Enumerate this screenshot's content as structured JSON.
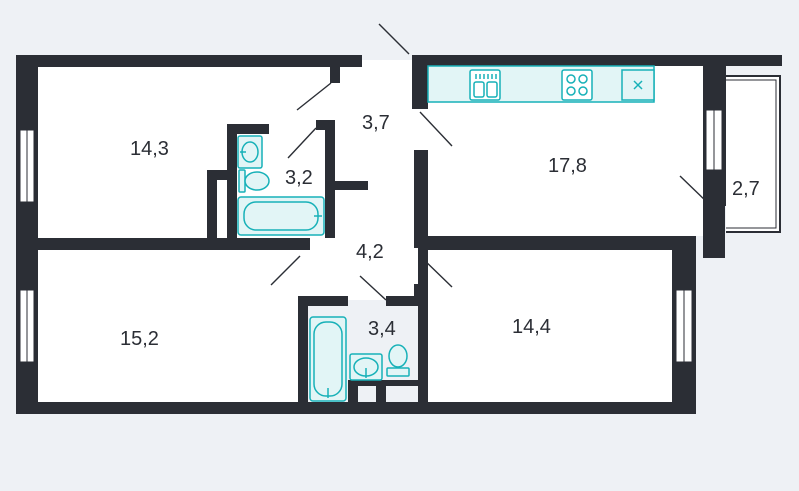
{
  "floorplan": {
    "colors": {
      "background": "#eef1f5",
      "floor": "#ffffff",
      "wall": "#2b2e35",
      "fixture": "#17b1b8",
      "fixture_fill": "#e2f5f6",
      "door_line": "#2b2e35"
    },
    "rooms": [
      {
        "id": "room-top-left",
        "area": "14,3"
      },
      {
        "id": "bathroom-small",
        "area": "3,2"
      },
      {
        "id": "hall-upper",
        "area": "3,7"
      },
      {
        "id": "kitchen",
        "area": "17,8"
      },
      {
        "id": "balcony",
        "area": "2,7"
      },
      {
        "id": "hall-lower",
        "area": "4,2"
      },
      {
        "id": "bathroom-large",
        "area": "3,4"
      },
      {
        "id": "room-bottom-left",
        "area": "15,2"
      },
      {
        "id": "room-bottom-right",
        "area": "14,4"
      }
    ],
    "fixtures": [
      "sink-icon",
      "toilet-icon",
      "bathtub-icon",
      "stove-icon",
      "kitchen-sink-icon",
      "fridge-icon"
    ]
  }
}
